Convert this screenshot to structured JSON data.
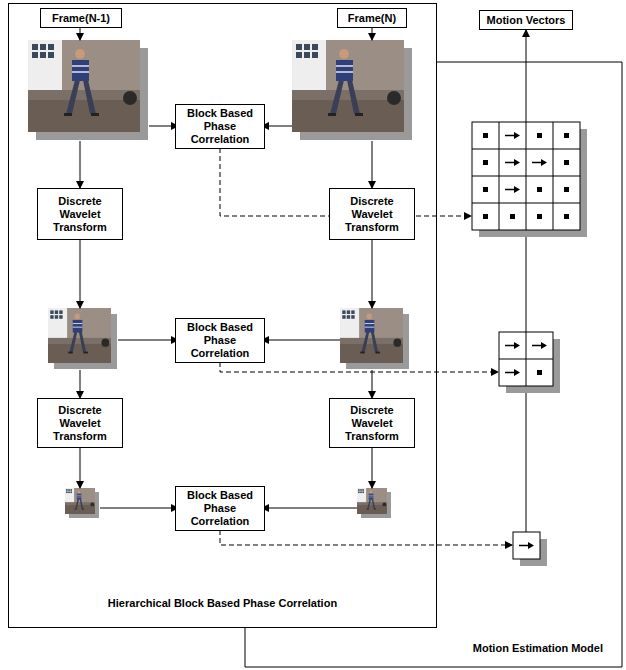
{
  "diagram": {
    "nodes": [
      {
        "text": [
          "Hierarchical Block Based Phase Correlation"
        ]
      },
      {
        "text": [
          "Frame(N-1)"
        ],
        "in": 0
      },
      {
        "text": [
          "Frame(N)"
        ],
        "in": 0
      },
      {
        "text": [
          "Block Based Phase Correlation"
        ],
        "in": 0
      },
      {
        "text": [
          "Discrete Wavelet Transform"
        ],
        "in": 0
      },
      {
        "text": [
          "Discrete Wavelet Transform"
        ],
        "in": 0
      },
      {
        "text": [
          "Block Based Phase Correlation"
        ],
        "in": 0
      },
      {
        "text": [
          "Discrete Wavelet Transform"
        ],
        "in": 0
      },
      {
        "text": [
          "Discrete Wavelet Transform"
        ],
        "in": 0
      },
      {
        "text": [
          "Block Based Phase Correlation"
        ],
        "in": 0
      },
      {
        "text": [
          "Motion Estimation Model"
        ]
      },
      {
        "text": [
          "Motion Vectors"
        ]
      }
    ]
  }
}
